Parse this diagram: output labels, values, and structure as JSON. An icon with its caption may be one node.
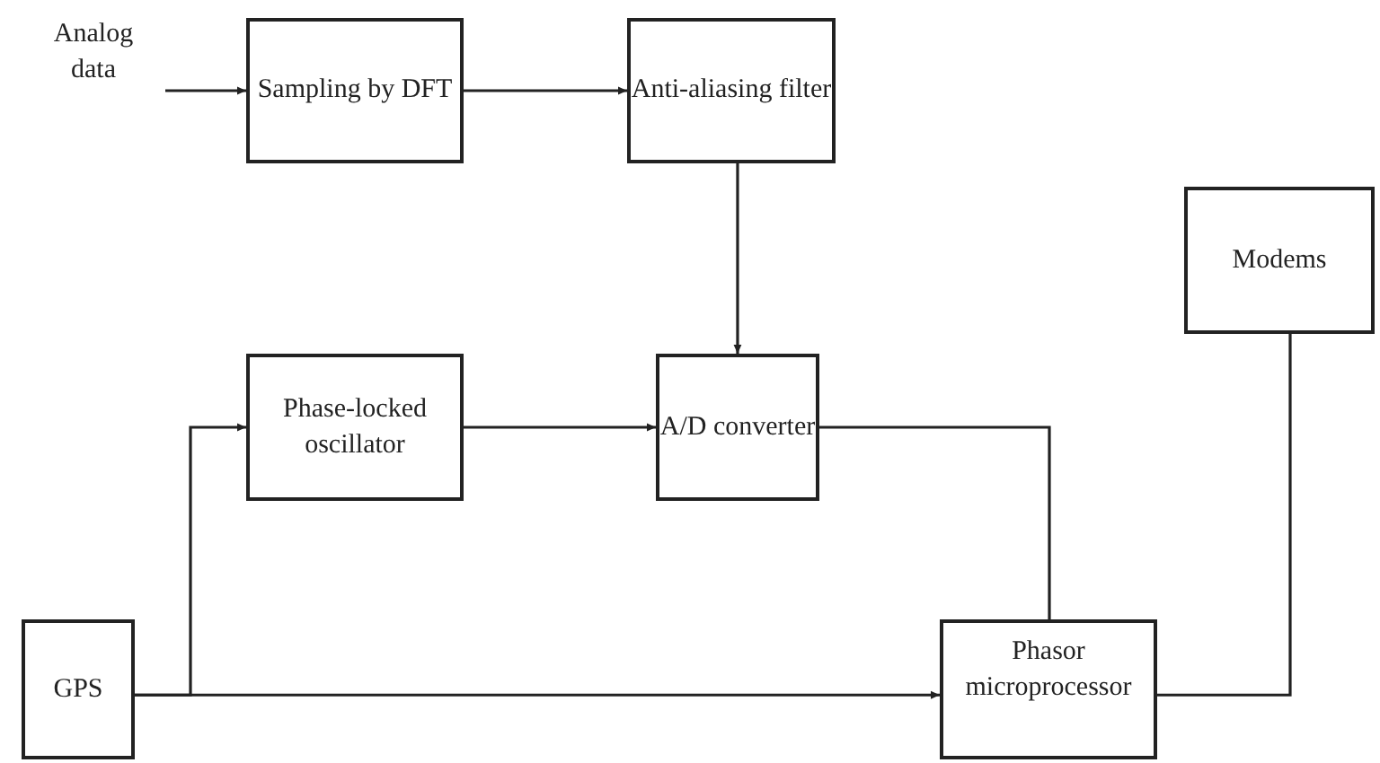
{
  "diagram": {
    "nodes": [
      {
        "text": [
          "Analog data"
        ]
      },
      {
        "text": [
          "Sampling by DFT"
        ]
      },
      {
        "text": [
          "Anti-aliasing filter"
        ]
      },
      {
        "text": [
          "Modems"
        ]
      },
      {
        "text": [
          "Phase-locked oscillator"
        ]
      },
      {
        "text": [
          "A/D converter"
        ]
      },
      {
        "text": [
          "GPS"
        ]
      },
      {
        "text": [
          "Phasor microprocessor"
        ]
      }
    ],
    "edges": [
      {
        "from": 0,
        "to": 1,
        "arrow": "to"
      },
      {
        "from": 1,
        "to": 2,
        "arrow": "to"
      },
      {
        "from": 2,
        "to": 5,
        "arrow": "to"
      },
      {
        "from": 4,
        "to": 5,
        "arrow": "to"
      },
      {
        "from": 6,
        "to": 4,
        "arrow": "to"
      },
      {
        "from": 6,
        "to": 7,
        "arrow": "to"
      },
      {
        "from": 5,
        "to": 7,
        "arrow": "none"
      },
      {
        "from": 7,
        "to": 3,
        "arrow": "none"
      }
    ]
  }
}
